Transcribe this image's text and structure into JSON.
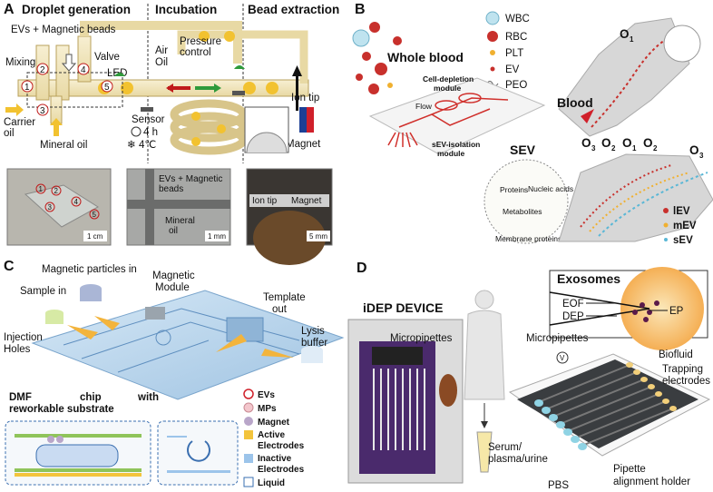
{
  "panels": {
    "A": {
      "letter": "A",
      "headers": [
        "Droplet generation",
        "Incubation",
        "Bead extraction"
      ],
      "labels": {
        "evs_beads": "EVs + Magnetic beads",
        "mixing": "Mixing",
        "valve": "Valve",
        "carrier": "Carrier",
        "oil": "oil",
        "mineral_oil": "Mineral oil",
        "air": "Air",
        "oil2": "Oil",
        "pressure": "Pressure",
        "control": "control",
        "led": "LED",
        "sensor": "Sensor",
        "time": "4 h",
        "temp": "4℃",
        "ion_tip": "Ion tip",
        "magnet": "Magnet"
      },
      "circled": [
        "1",
        "2",
        "3",
        "4",
        "5"
      ],
      "photos": {
        "p1_scale": "1 cm",
        "p2_label1": "EVs + Magnetic",
        "p2_label2": "beads",
        "p2_label3": "Mineral",
        "p2_label4": "oil",
        "p2_scale": "1 mm",
        "p3_ion": "Ion tip",
        "p3_magnet": "Magnet",
        "p3_scale": "5 mm"
      }
    },
    "B": {
      "letter": "B",
      "legend": [
        "WBC",
        "RBC",
        "PLT",
        "EV",
        "PEO"
      ],
      "whole_blood": "Whole blood",
      "cell_depletion": "Cell-depletion",
      "module": "module",
      "flow": "Flow",
      "sev_isolation": "sEV-isolation",
      "module2": "module",
      "sev": "SEV",
      "proteins": "Proteins",
      "nucleic": "Nucleic acids",
      "metabolites": "Metabolites",
      "membrane": "Membrane proteins",
      "blood": "Blood",
      "o1": "O",
      "sub1": "1",
      "outlets": [
        {
          "o": "O",
          "s": "3"
        },
        {
          "o": "O",
          "s": "2"
        },
        {
          "o": "O",
          "s": "1"
        },
        {
          "o": "O",
          "s": "2"
        },
        {
          "o": "O",
          "s": "3"
        }
      ],
      "size_legend": [
        "lEV",
        "mEV",
        "sEV"
      ]
    },
    "C": {
      "letter": "C",
      "mag_particles": "Magnetic particles in",
      "magnetic": "Magnetic",
      "module_word": "Module",
      "sample_in": "Sample in",
      "template": "Template",
      "out": "out",
      "lysis": "Lysis",
      "buffer": "buffer",
      "injection": "Injection",
      "holes": "Holes",
      "dmf1": "DMF",
      "dmf2": "chip",
      "dmf3": "with",
      "dmf4": "reworkable substrate",
      "legend": [
        "EVs",
        "MPs",
        "Magnet",
        "Active",
        "Electrodes",
        "Inactive",
        "Electrodes",
        "Liquid"
      ]
    },
    "D": {
      "letter": "D",
      "device": "iDEP DEVICE",
      "micropipettes_left": "Micropipettes",
      "micropipettes_right": "Micropipettes",
      "exosomes": "Exosomes",
      "eof": "EOF",
      "dep": "DEP",
      "ep": "EP",
      "v_label": "V",
      "biofluid": "Biofluid",
      "trapping1": "Trapping",
      "trapping2": "electrodes",
      "serum1": "Serum/",
      "serum2": "plasma/urine",
      "pbs": "PBS",
      "pipette1": "Pipette",
      "pipette2": "alignment holder"
    }
  },
  "colors": {
    "channel": "#f3e6b8",
    "droplet": "#f2c230",
    "chip_blue": "#b9d6ec",
    "red": "#d0202a",
    "dark_bar": "#3a3d40",
    "cyan_drop": "#8fd3e4"
  }
}
